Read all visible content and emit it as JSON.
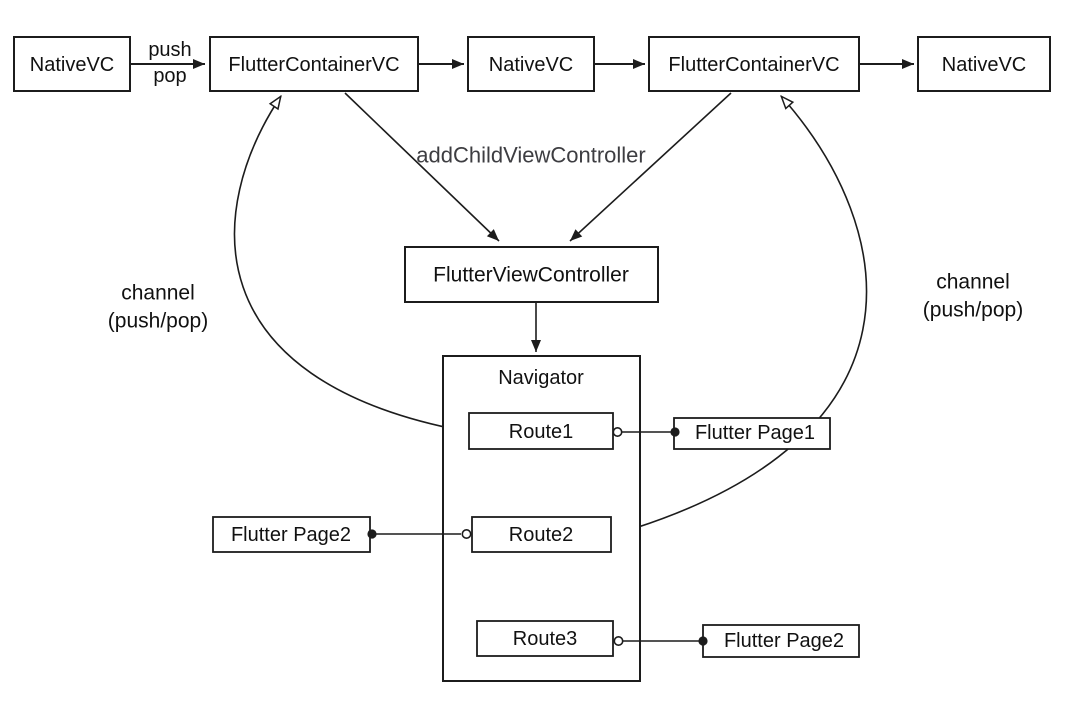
{
  "diagram": {
    "title_hint": "Flutter hybrid navigation stack diagram",
    "colors": {
      "background": "#ffffff",
      "line": "#1c1c1c",
      "text": "#111111",
      "add_child_label": "#3d3d41"
    },
    "top_row": {
      "native_vc_1": "NativeVC",
      "flutter_container_vc_1": "FlutterContainerVC",
      "native_vc_2": "NativeVC",
      "flutter_container_vc_2": "FlutterContainerVC",
      "native_vc_3": "NativeVC"
    },
    "labels": {
      "push": "push",
      "pop": "pop",
      "add_child": "addChildViewController",
      "channel_left_line1": "channel",
      "channel_left_line2": "(push/pop)",
      "channel_right_line1": "channel",
      "channel_right_line2": "(push/pop)"
    },
    "flutter_view_controller": "FlutterViewController",
    "navigator": {
      "title": "Navigator",
      "routes": [
        "Route1",
        "Route2",
        "Route3"
      ]
    },
    "pages": {
      "page1": "Flutter Page1",
      "page2_left": "Flutter Page2",
      "page2_right": "Flutter Page2"
    }
  }
}
